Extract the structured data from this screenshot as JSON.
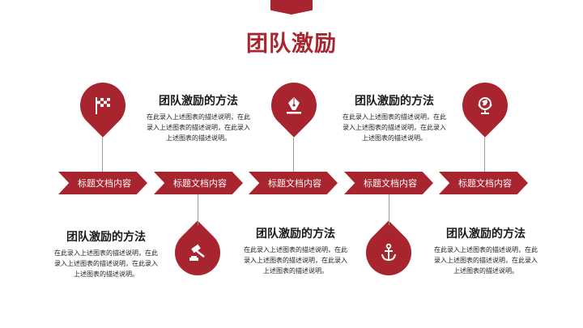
{
  "slide": {
    "title": "团队激励",
    "accent_color": "#a8252f"
  },
  "steps": [
    {
      "label": "标题文档内容",
      "icon": "checkered-flag-icon"
    },
    {
      "label": "标题文档内容",
      "icon": "gavel-icon"
    },
    {
      "label": "标题文档内容",
      "icon": "pen-nib-icon"
    },
    {
      "label": "标题文档内容",
      "icon": "anchor-icon"
    },
    {
      "label": "标题文档内容",
      "icon": "globe-icon"
    }
  ],
  "blocks": [
    {
      "heading": "团队激励的方法",
      "text": "在此录入上述图表的描述说明，在此录入上述图表的描述说明，在此录入上述图表的描述说明。"
    },
    {
      "heading": "团队激励的方法",
      "text": "在此录入上述图表的描述说明，在此录入上述图表的描述说明，在此录入上述图表的描述说明。"
    },
    {
      "heading": "团队激励的方法",
      "text": "在此录入上述图表的描述说明，在此录入上述图表的描述说明，在此录入上述图表的描述说明。"
    },
    {
      "heading": "团队激励的方法",
      "text": "在此录入上述图表的描述说明，在此录入上述图表的描述说明，在此录入上述图表的描述说明。"
    },
    {
      "heading": "团队激励的方法",
      "text": "在此录入上述图表的描述说明，在此录入上述图表的描述说明，在此录入上述图表的描述说明。"
    }
  ]
}
